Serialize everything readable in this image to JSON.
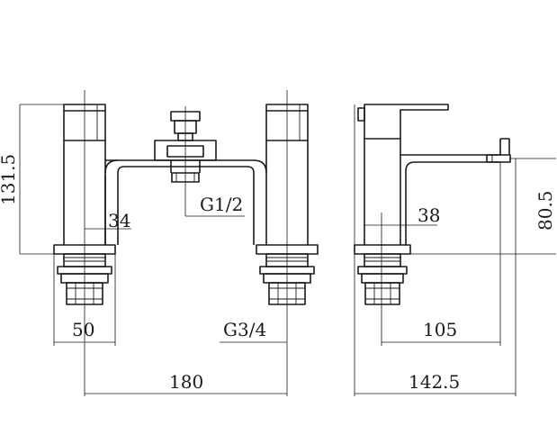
{
  "dimensions": {
    "height_total": "131.5",
    "spout_height": "80.5",
    "handle_width": "34",
    "diverter_thread": "G1/2",
    "body_depth": "38",
    "base_width": "50",
    "inlet_thread": "G3/4",
    "spout_reach": "105",
    "centres": "180",
    "overall_depth": "142.5"
  }
}
